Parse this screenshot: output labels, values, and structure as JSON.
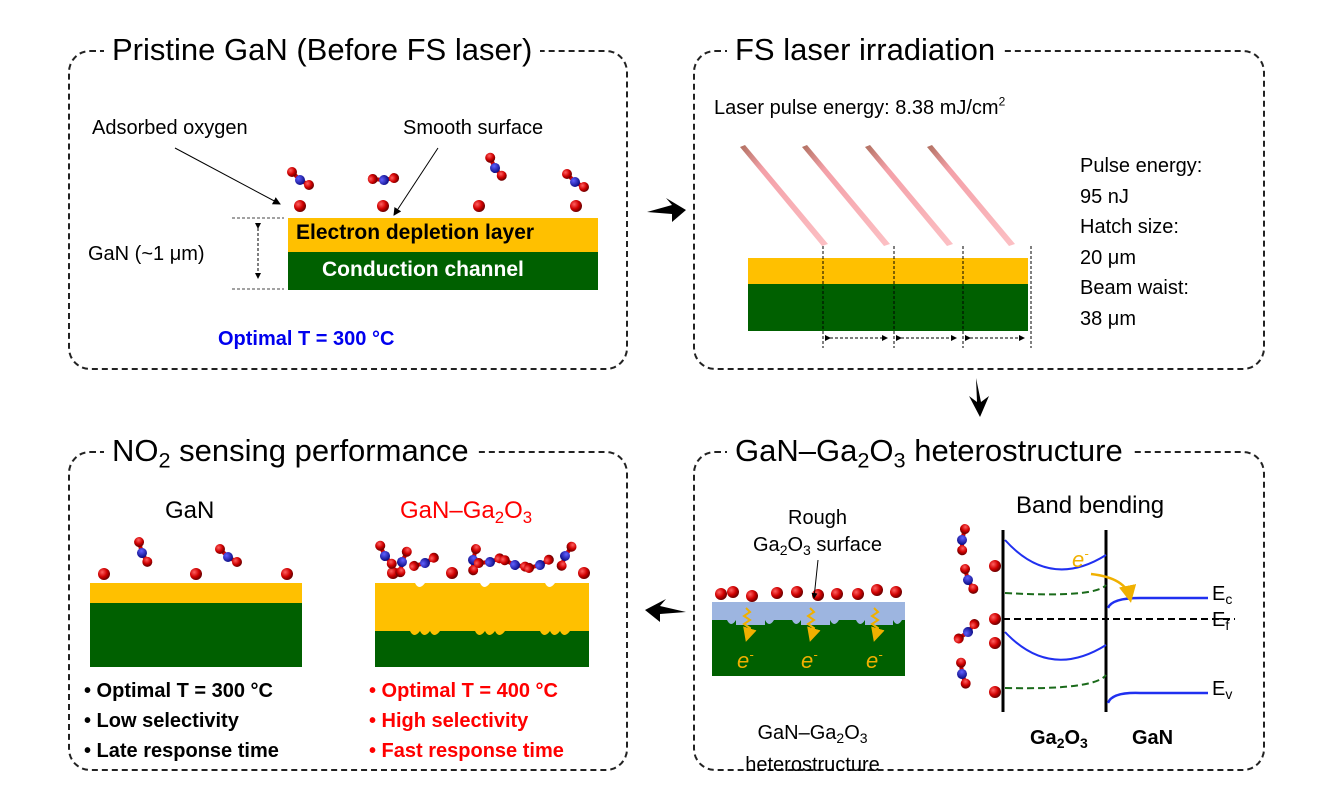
{
  "colors": {
    "depletion_layer": "#FFC000",
    "conduction_channel": "#006000",
    "ga2o3_layer": "#9DB5E0",
    "oxygen_atom": "#D00000",
    "nitrogen_atom": "#2020C0",
    "laser_beam": "#F4A0A8",
    "electron": "#F0B000",
    "band_edge": "#2030F0",
    "band_dashed": "#1A6A1A",
    "highlight_blue": "#0000EE",
    "highlight_red": "#FF0000"
  },
  "panel_pristine": {
    "title": "Pristine GaN (Before FS laser)",
    "label_oxygen": "Adsorbed oxygen",
    "label_surface": "Smooth surface",
    "label_thickness": "GaN (~1 μm)",
    "layer_top": "Electron depletion layer",
    "layer_bottom": "Conduction channel",
    "optimal_temp": "Optimal T = 300 °C"
  },
  "panel_laser": {
    "title": "FS laser irradiation",
    "fluence_label": "Laser pulse energy: 8.38 mJ/cm",
    "fluence_sup": "2",
    "params": [
      "Pulse energy:",
      "95 nJ",
      "Hatch size:",
      "20 μm",
      "Beam waist:",
      "38 μm"
    ]
  },
  "panel_hetero": {
    "title_a": "GaN–Ga",
    "title_sub1": "2",
    "title_b": "O",
    "title_sub2": "3",
    "title_c": " heterostructure",
    "rough_line1": "Rough",
    "rough_a": "Ga",
    "rough_sub1": "2",
    "rough_b": "O",
    "rough_sub2": "3",
    "rough_c": " surface",
    "caption_a": "GaN–Ga",
    "caption_sub1": "2",
    "caption_b": "O",
    "caption_sub2": "3",
    "caption_line2": "heterostructure",
    "electron": "e",
    "electron_sup": "-",
    "band_title": "Band bending",
    "ec": "E",
    "ec_sub": "c",
    "ef": "E",
    "ef_sub": "f",
    "ev": "E",
    "ev_sub": "v",
    "axis_left_a": "Ga",
    "axis_left_sub1": "2",
    "axis_left_b": "O",
    "axis_left_sub2": "3",
    "axis_right": "GaN"
  },
  "panel_sensing": {
    "title_a": "NO",
    "title_sub": "2",
    "title_b": " sensing performance",
    "gan_label": "GaN",
    "hetero_label_a": "GaN–Ga",
    "hetero_sub1": "2",
    "hetero_label_b": "O",
    "hetero_sub2": "3",
    "gan_bullets": [
      "• Optimal T = 300 °C",
      "• Low selectivity",
      "• Late response time"
    ],
    "hetero_bullets": [
      "• Optimal T = 400 °C",
      "• High selectivity",
      "• Fast response time"
    ]
  }
}
